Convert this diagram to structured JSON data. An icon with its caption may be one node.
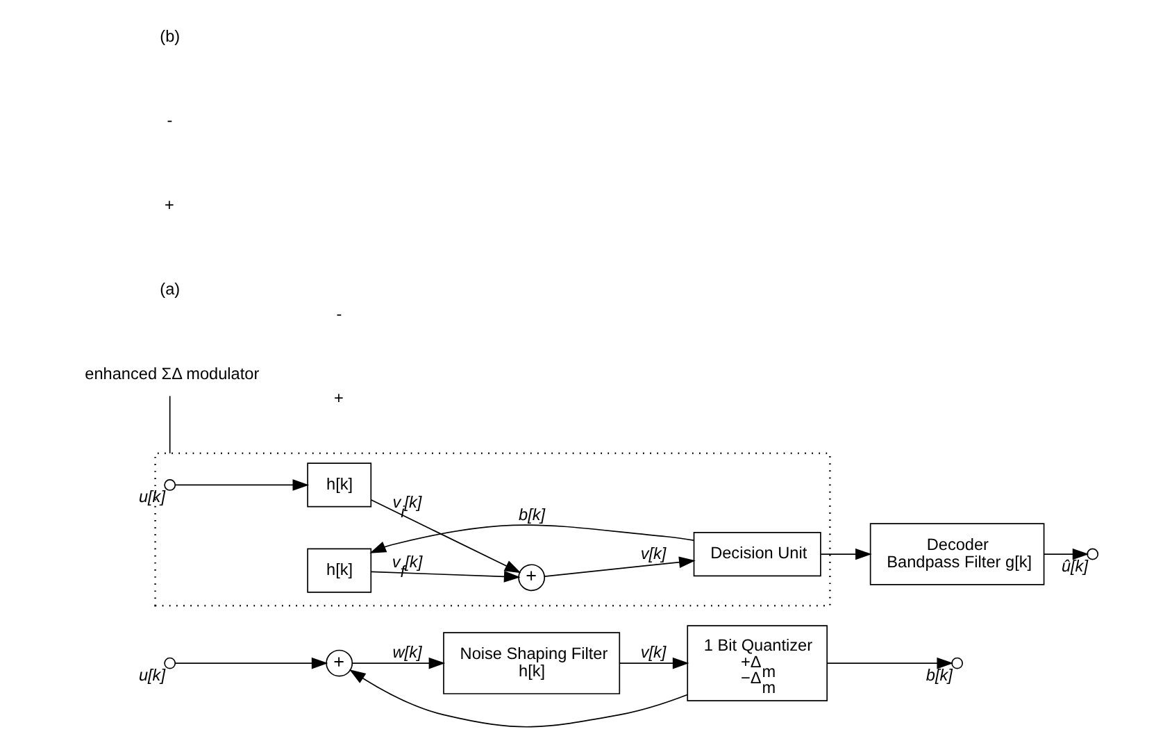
{
  "diagram": {
    "nodes": [
      {
        "text": [],
        "shape": "circle",
        "beside": [
          "u[k]"
        ]
      },
      {
        "text": [
          "+"
        ]
      },
      {
        "text": [
          "Noise Shaping Filter",
          "h[k]"
        ]
      },
      {
        "text": [
          "1 Bit Quantizer",
          "+Δ$_{m}$",
          "−Δ$_{m}$"
        ]
      },
      {
        "text": [],
        "shape": "circle",
        "beside": [
          "b[k]"
        ]
      },
      {
        "text": [],
        "shape": "box"
      },
      {
        "text": [],
        "shape": "circle",
        "beside": [
          "u[k]"
        ],
        "in": 5
      },
      {
        "text": [
          "h[k]"
        ],
        "in": 5
      },
      {
        "text": [
          "h[k]"
        ],
        "in": 5
      },
      {
        "text": [
          "+"
        ],
        "in": 5
      },
      {
        "text": [
          "Decision Unit"
        ],
        "in": 5
      },
      {
        "text": [
          "Decoder",
          "Bandpass Filter g[k]"
        ]
      },
      {
        "text": [],
        "shape": "circle",
        "beside": [
          "û[k]"
        ]
      },
      {
        "text": [
          "enhanced ΣΔ modulator"
        ]
      }
    ],
    "edges": [
      {
        "from": 0,
        "to": 1,
        "arrow": "to"
      },
      {
        "from": 1,
        "to": 2,
        "arrow": "to",
        "label": "w[k]"
      },
      {
        "from": 2,
        "to": 3,
        "arrow": "to",
        "label": "v[k]"
      },
      {
        "from": 3,
        "to": 4,
        "arrow": "to"
      },
      {
        "from": 3,
        "to": 1,
        "arrow": "to"
      },
      {
        "from": 6,
        "to": 7,
        "arrow": "to"
      },
      {
        "from": 7,
        "to": 9,
        "arrow": "to",
        "label": "v$_{i}$[k]"
      },
      {
        "from": 8,
        "to": 9,
        "arrow": "to",
        "label": "v$_{f}$[k]"
      },
      {
        "from": 9,
        "to": 10,
        "arrow": "to",
        "label": "v[k]"
      },
      {
        "from": 10,
        "to": 11,
        "arrow": "to"
      },
      {
        "from": 11,
        "to": 12,
        "arrow": "to"
      },
      {
        "from": 10,
        "to": 8,
        "arrow": "to",
        "label": "b[k]"
      },
      {
        "from": 13,
        "to": 5,
        "arrow": "none"
      }
    ],
    "labels": [
      "+",
      "-",
      "(a)",
      "+",
      "-",
      "(b)"
    ]
  }
}
